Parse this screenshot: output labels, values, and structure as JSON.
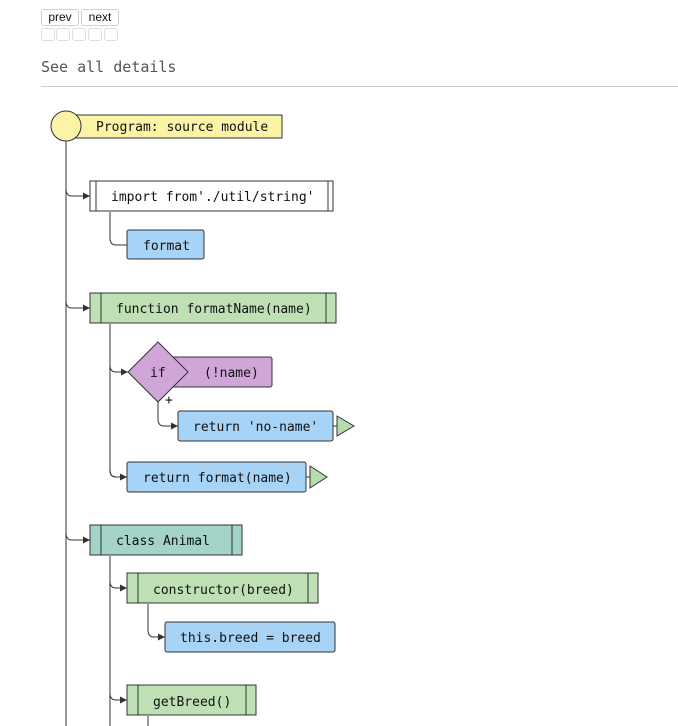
{
  "navigation": {
    "prev_label": "prev",
    "next_label": "next",
    "step_count": 5
  },
  "details_link": "See all details",
  "colors": {
    "program": "#fbf3a6",
    "import": "#ffffff",
    "identifier": "#a7d3f6",
    "function": "#bfe0b4",
    "condition": "#cfa6d7",
    "class": "#a3d3c9",
    "return_arrow": "#b5dcaa",
    "stroke": "#333333"
  },
  "diagram": {
    "program": "Program: source module",
    "import_stmt": "import from'./util/string'",
    "import_name": "format",
    "function_decl": "function formatName(name)",
    "if_keyword": "if",
    "if_condition": "(!name)",
    "branch_marker": "+",
    "return_no_name": "return 'no-name'",
    "return_format": "return format(name)",
    "class_decl": "class Animal",
    "constructor": "constructor(breed)",
    "assignment": "this.breed = breed",
    "method": "getBreed()"
  }
}
